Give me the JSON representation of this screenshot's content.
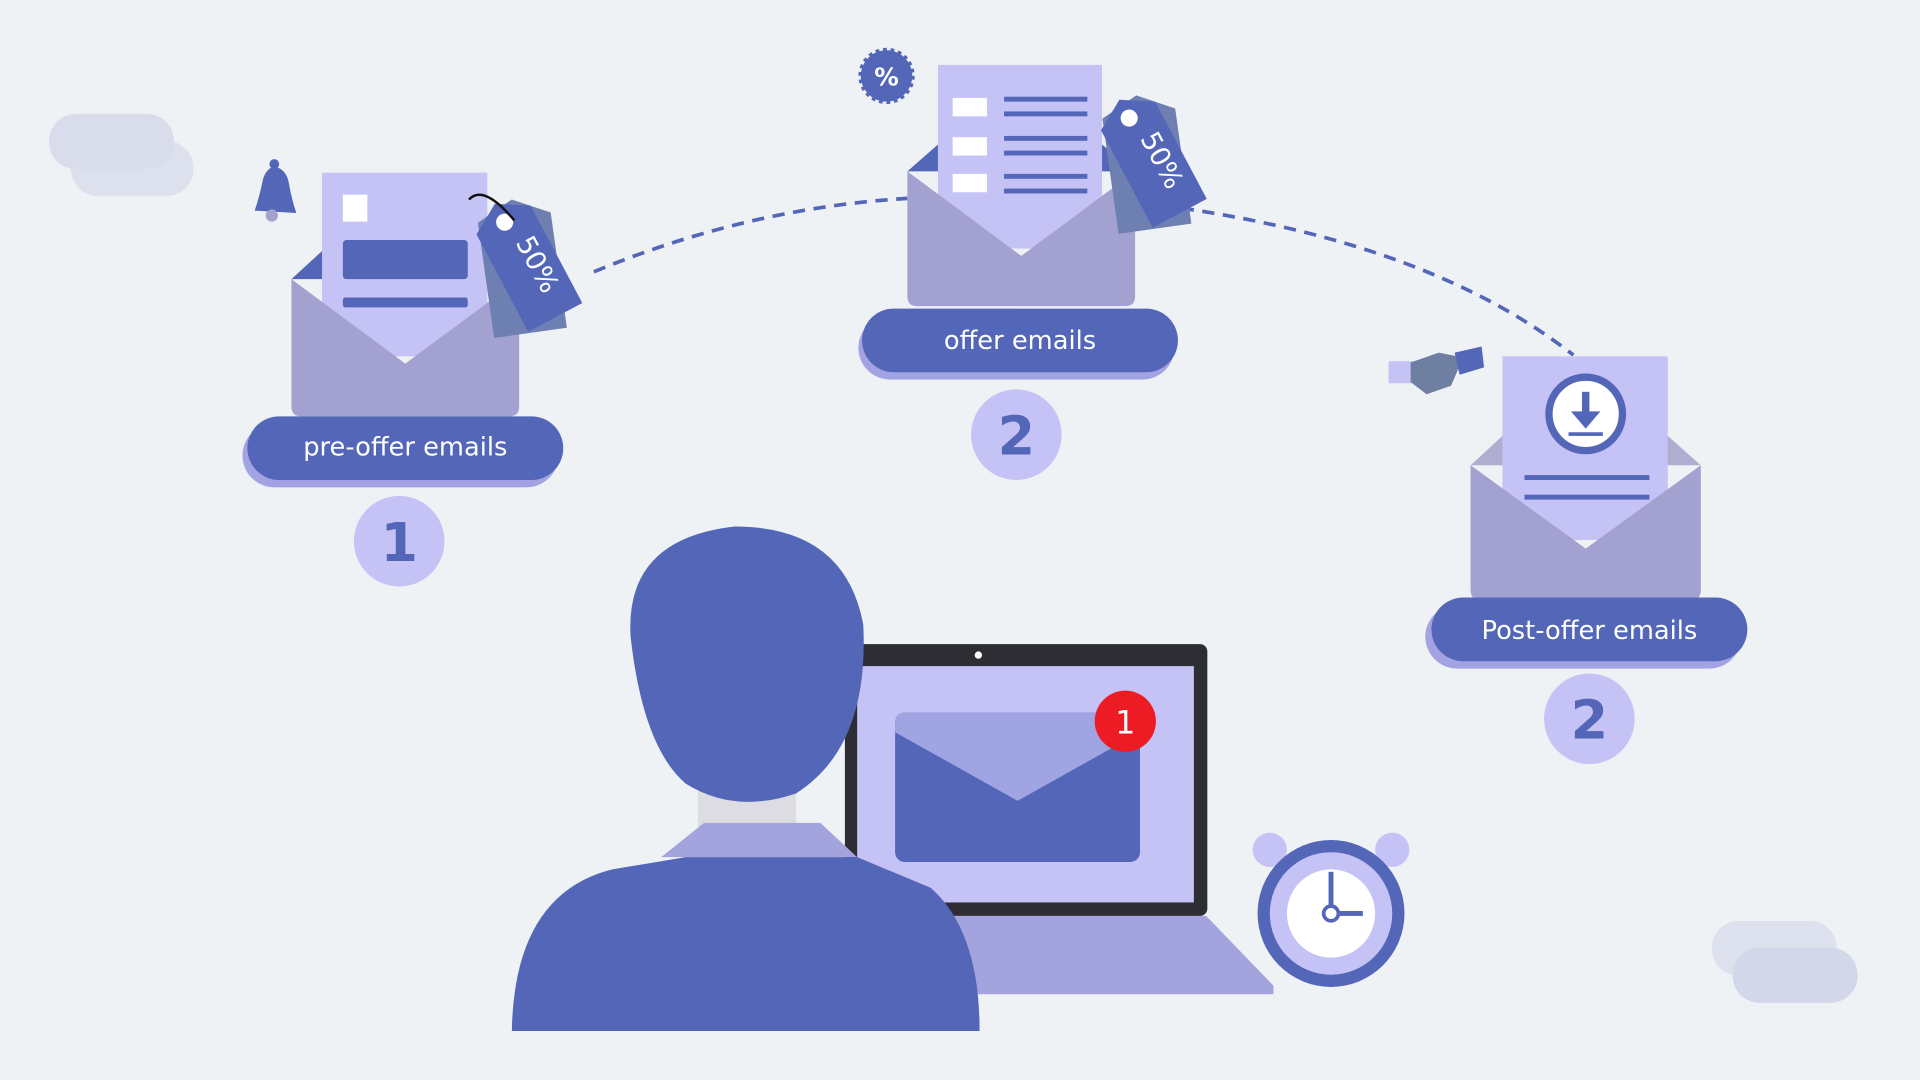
{
  "colors": {
    "background": "#eff2f5",
    "primary": "#5366b8",
    "light": "#c5c3f5",
    "envelope": "#a3a1d0",
    "badge": "#ed1c24"
  },
  "stages": [
    {
      "label": "pre-offer emails",
      "number": "1",
      "tag": "50%",
      "icon": "bell-icon"
    },
    {
      "label": "offer emails",
      "number": "2",
      "tag": "50%",
      "icon": "percent-badge-icon",
      "icon_text": "%"
    },
    {
      "label": "Post-offer emails",
      "number": "2",
      "icon": "handshake-icon"
    }
  ],
  "laptop": {
    "notification_count": "1"
  }
}
